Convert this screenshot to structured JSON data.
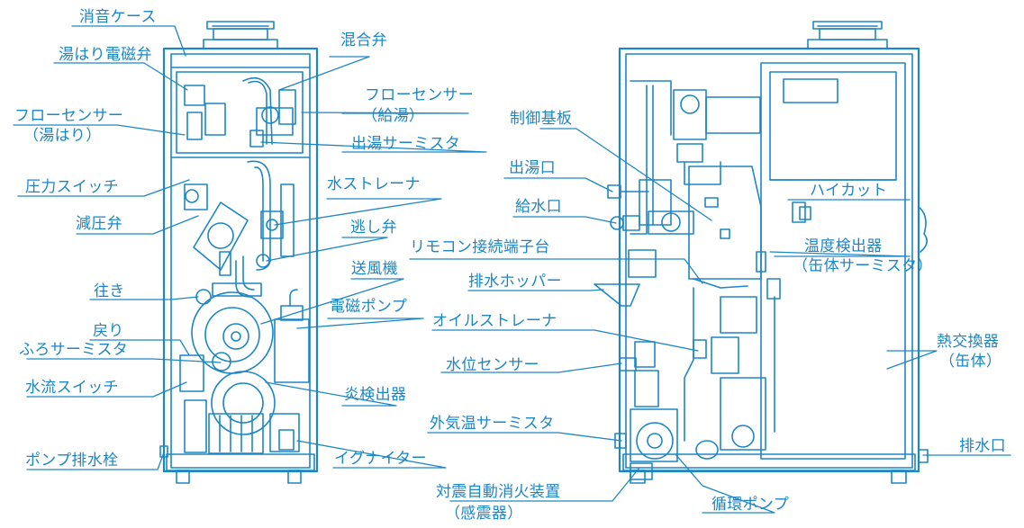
{
  "colors": {
    "line": "#1d86c4",
    "label": "#1d86c4",
    "background": "#ffffff"
  },
  "left_unit": {
    "labels": {
      "muffler_case": "消音ケース",
      "mixing_valve": "混合弁",
      "bath_fill_solenoid_valve": "湯はり電磁弁",
      "flow_sensor_hot_water": "フローセンサー",
      "flow_sensor_hot_water_sub": "（給湯）",
      "flow_sensor_bath_fill": "フローセンサー",
      "flow_sensor_bath_fill_sub": "（湯はり）",
      "outlet_thermistor": "出湯サーミスタ",
      "pressure_switch": "圧力スイッチ",
      "water_strainer": "水ストレーナ",
      "pressure_reducing_valve": "減圧弁",
      "relief_valve": "逃し弁",
      "blower": "送風機",
      "supply_pipe": "往き",
      "electromagnetic_pump": "電磁ポンプ",
      "return_pipe": "戻り",
      "bath_thermistor": "ふろサーミスタ",
      "water_flow_switch": "水流スイッチ",
      "flame_detector": "炎検出器",
      "igniter": "イグナイター",
      "pump_drain_plug": "ポンプ排水栓"
    }
  },
  "right_unit": {
    "labels": {
      "control_board": "制御基板",
      "hot_water_outlet": "出湯口",
      "high_cut": "ハイカット",
      "water_inlet": "給水口",
      "temp_detector": "温度検出器",
      "temp_detector_sub": "（缶体サーミスタ）",
      "remote_terminal_block": "リモコン接続端子台",
      "drain_hopper": "排水ホッパー",
      "oil_strainer": "オイルストレーナ",
      "heat_exchanger": "熱交換器",
      "heat_exchanger_sub": "（缶体）",
      "water_level_sensor": "水位センサー",
      "outdoor_temp_thermistor": "外気温サーミスタ",
      "drain_outlet": "排水口",
      "seismic_extinguisher": "対震自動消火装置",
      "seismic_extinguisher_sub": "（感震器）",
      "circulation_pump": "循環ポンプ"
    }
  }
}
